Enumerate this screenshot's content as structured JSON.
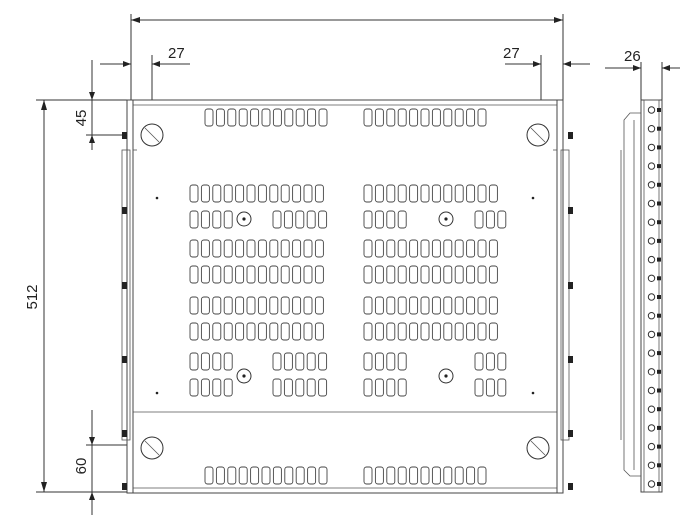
{
  "dimensions": {
    "overall_width_label": "",
    "left_hole_offset": "27",
    "right_hole_offset": "27",
    "side_depth": "26",
    "height": "512",
    "top_offset": "45",
    "bottom_offset": "60"
  }
}
